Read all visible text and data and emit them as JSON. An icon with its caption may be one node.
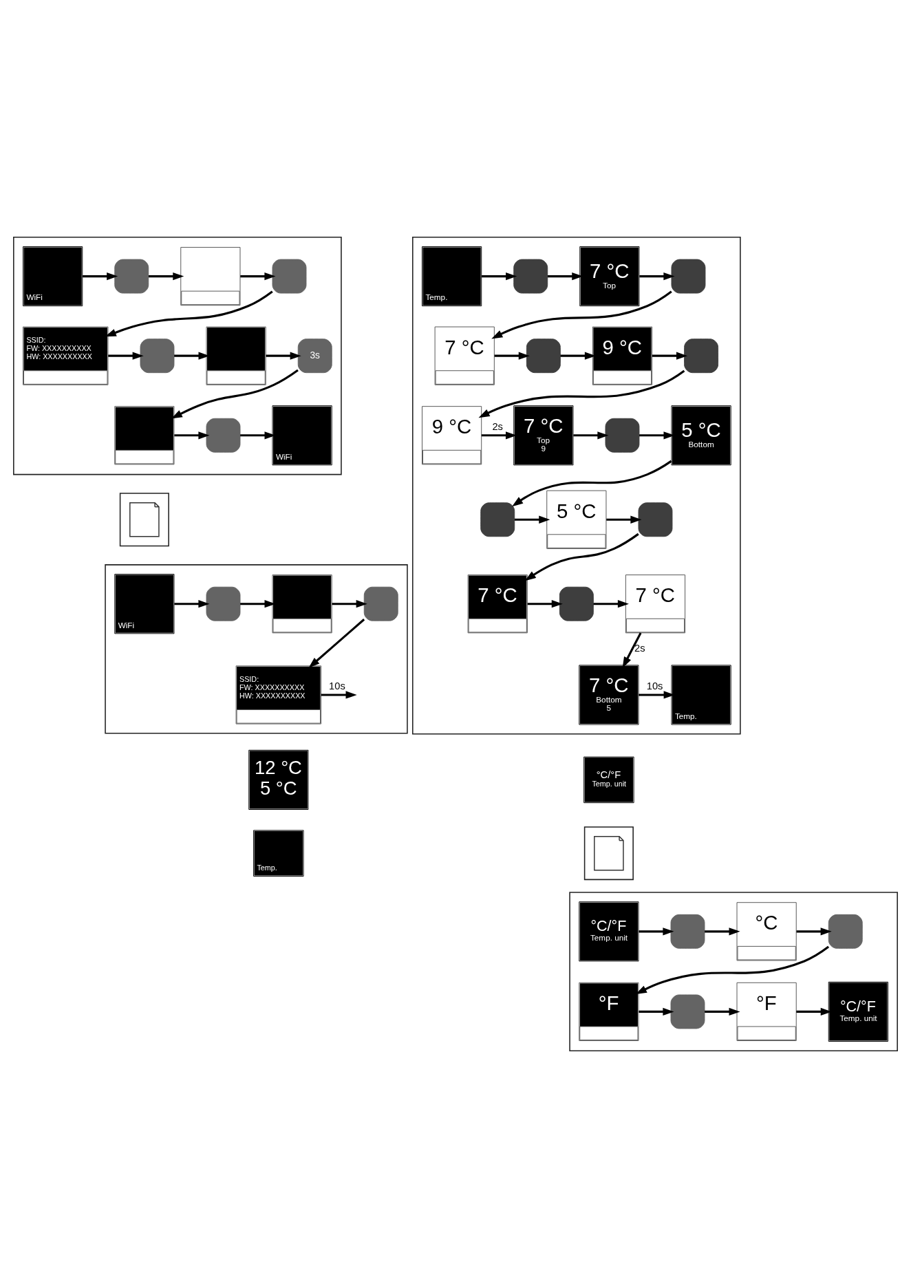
{
  "diagram": {
    "nodes": [
      {
        "text": [],
        "shape": "box"
      },
      {
        "text": [
          "WiFi"
        ],
        "in": 0
      },
      {
        "text": [],
        "shape": "box",
        "in": 0
      },
      {
        "text": [],
        "shape": "picture",
        "in": 0
      },
      {
        "text": [],
        "shape": "box",
        "in": 0
      },
      {
        "text": [
          "SSID:",
          "FW: XXXXXXXXXX",
          "HW: XXXXXXXXXX"
        ],
        "in": 0
      },
      {
        "text": [],
        "shape": "box",
        "in": 0
      },
      {
        "text": [],
        "shape": "picture",
        "in": 0
      },
      {
        "text": [
          "3s"
        ],
        "in": 0
      },
      {
        "text": [],
        "shape": "picture",
        "in": 0
      },
      {
        "text": [],
        "shape": "box",
        "in": 0
      },
      {
        "text": [
          "WiFi"
        ],
        "in": 0
      },
      {
        "text": [],
        "shape": "box"
      },
      {
        "text": [],
        "shape": "picture",
        "in": 12
      },
      {
        "text": [],
        "shape": "box"
      },
      {
        "text": [
          "WiFi"
        ],
        "in": 14
      },
      {
        "text": [],
        "shape": "box",
        "in": 14
      },
      {
        "text": [],
        "shape": "picture",
        "in": 14
      },
      {
        "text": [],
        "shape": "box",
        "in": 14
      },
      {
        "text": [
          "SSID:",
          "FW: XXXXXXXXXX",
          "HW: XXXXXXXXXX"
        ],
        "in": 14
      },
      {
        "text": [
          "12 °C",
          "5 °C"
        ]
      },
      {
        "text": [
          "Temp."
        ]
      },
      {
        "text": [],
        "shape": "box"
      },
      {
        "text": [
          "Temp."
        ],
        "in": 22
      },
      {
        "text": [],
        "shape": "box",
        "in": 22
      },
      {
        "text": [
          "7 °C",
          "Top"
        ],
        "in": 22
      },
      {
        "text": [],
        "shape": "box",
        "in": 22
      },
      {
        "text": [
          "7 °C"
        ],
        "in": 22
      },
      {
        "text": [],
        "shape": "box",
        "in": 22
      },
      {
        "text": [
          "9 °C"
        ],
        "in": 22
      },
      {
        "text": [],
        "shape": "box",
        "in": 22
      },
      {
        "text": [
          "9 °C"
        ],
        "in": 22
      },
      {
        "text": [
          "7 °C",
          "Top",
          "9"
        ],
        "in": 22
      },
      {
        "text": [],
        "shape": "box",
        "in": 22
      },
      {
        "text": [
          "5 °C",
          "Bottom"
        ],
        "in": 22
      },
      {
        "text": [],
        "shape": "box",
        "in": 22
      },
      {
        "text": [
          "5 °C"
        ],
        "in": 22
      },
      {
        "text": [],
        "shape": "box",
        "in": 22
      },
      {
        "text": [
          "7 °C"
        ],
        "in": 22
      },
      {
        "text": [],
        "shape": "box",
        "in": 22
      },
      {
        "text": [
          "7 °C"
        ],
        "in": 22
      },
      {
        "text": [
          "7 °C",
          "Bottom",
          "5"
        ],
        "in": 22
      },
      {
        "text": [
          "Temp."
        ],
        "in": 22
      },
      {
        "text": [
          "°C/°F",
          "Temp. unit"
        ]
      },
      {
        "text": [],
        "shape": "box"
      },
      {
        "text": [],
        "shape": "picture",
        "in": 44
      },
      {
        "text": [],
        "shape": "box"
      },
      {
        "text": [
          "°C/°F",
          "Temp. unit"
        ],
        "in": 46
      },
      {
        "text": [],
        "shape": "box",
        "in": 46
      },
      {
        "text": [
          "°C"
        ],
        "in": 46
      },
      {
        "text": [],
        "shape": "box",
        "in": 46
      },
      {
        "text": [
          "°F"
        ],
        "in": 46
      },
      {
        "text": [],
        "shape": "box",
        "in": 46
      },
      {
        "text": [
          "°F"
        ],
        "in": 46
      },
      {
        "text": [
          "°C/°F",
          "Temp. unit"
        ],
        "in": 46
      }
    ],
    "edges": [
      {
        "from": 1,
        "to": 2,
        "arrow": "to"
      },
      {
        "from": 2,
        "to": 3,
        "arrow": "to"
      },
      {
        "from": 3,
        "to": 4,
        "arrow": "to"
      },
      {
        "from": 4,
        "to": 5,
        "arrow": "to"
      },
      {
        "from": 5,
        "to": 6,
        "arrow": "to"
      },
      {
        "from": 6,
        "to": 7,
        "arrow": "to"
      },
      {
        "from": 7,
        "to": 8,
        "arrow": "to"
      },
      {
        "from": 8,
        "to": 9,
        "arrow": "to"
      },
      {
        "from": 9,
        "to": 10,
        "arrow": "to"
      },
      {
        "from": 10,
        "to": 11,
        "arrow": "to"
      },
      {
        "from": 15,
        "to": 16,
        "arrow": "to"
      },
      {
        "from": 16,
        "to": 17,
        "arrow": "to"
      },
      {
        "from": 17,
        "to": 18,
        "arrow": "to"
      },
      {
        "from": 18,
        "to": 19,
        "arrow": "to"
      },
      {
        "from": 19,
        "to": null,
        "arrow": "to",
        "label": "10s"
      },
      {
        "from": 23,
        "to": 24,
        "arrow": "to"
      },
      {
        "from": 24,
        "to": 25,
        "arrow": "to"
      },
      {
        "from": 25,
        "to": 26,
        "arrow": "to"
      },
      {
        "from": 26,
        "to": 27,
        "arrow": "to"
      },
      {
        "from": 27,
        "to": 28,
        "arrow": "to"
      },
      {
        "from": 28,
        "to": 29,
        "arrow": "to"
      },
      {
        "from": 29,
        "to": 30,
        "arrow": "to"
      },
      {
        "from": 30,
        "to": 31,
        "arrow": "to"
      },
      {
        "from": 31,
        "to": 32,
        "arrow": "to",
        "label": "2s"
      },
      {
        "from": 32,
        "to": 33,
        "arrow": "to"
      },
      {
        "from": 33,
        "to": 34,
        "arrow": "to"
      },
      {
        "from": 34,
        "to": 35,
        "arrow": "to"
      },
      {
        "from": 35,
        "to": 36,
        "arrow": "to"
      },
      {
        "from": 36,
        "to": 37,
        "arrow": "to"
      },
      {
        "from": 37,
        "to": 38,
        "arrow": "to"
      },
      {
        "from": 38,
        "to": 39,
        "arrow": "to"
      },
      {
        "from": 39,
        "to": 40,
        "arrow": "to"
      },
      {
        "from": 40,
        "to": 41,
        "arrow": "to",
        "label": "2s"
      },
      {
        "from": 41,
        "to": 42,
        "arrow": "to",
        "label": "10s"
      },
      {
        "from": 47,
        "to": 48,
        "arrow": "to"
      },
      {
        "from": 48,
        "to": 49,
        "arrow": "to"
      },
      {
        "from": 49,
        "to": 50,
        "arrow": "to"
      },
      {
        "from": 50,
        "to": 51,
        "arrow": "to"
      },
      {
        "from": 51,
        "to": 52,
        "arrow": "to"
      },
      {
        "from": 52,
        "to": 53,
        "arrow": "to"
      },
      {
        "from": 53,
        "to": 54,
        "arrow": "to"
      }
    ]
  }
}
